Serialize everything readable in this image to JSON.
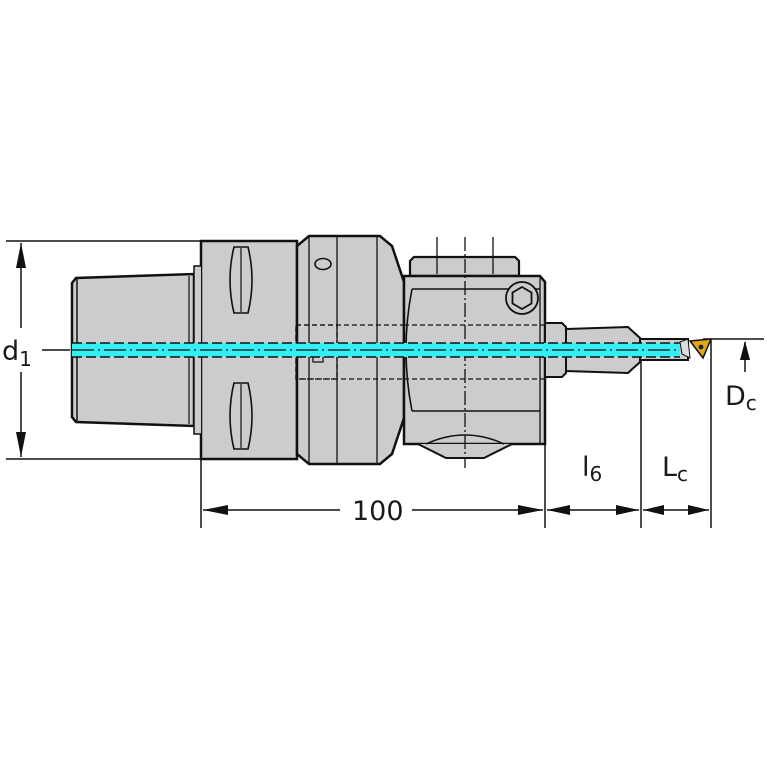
{
  "drawing": {
    "title": "Boring bar tool holder – side view dimension drawing",
    "colors": {
      "background": "#ffffff",
      "body_fill": "#cccccc",
      "outline": "#111111",
      "coolant_channel": "#33f0f5",
      "insert": "#e0a818"
    },
    "dimensions": {
      "d1": {
        "main": "d",
        "sub": "1"
      },
      "length": {
        "value": "100"
      },
      "l6": {
        "main": "l",
        "sub": "6"
      },
      "lc": {
        "main": "L",
        "sub": "c"
      },
      "dc": {
        "main": "D",
        "sub": "c"
      }
    },
    "components": [
      {
        "name": "taper-shank",
        "label": ""
      },
      {
        "name": "clamping-flange",
        "label": ""
      },
      {
        "name": "collar-body",
        "label": ""
      },
      {
        "name": "adjustment-head",
        "label": ""
      },
      {
        "name": "boring-bar",
        "label": ""
      },
      {
        "name": "cutting-insert",
        "label": ""
      }
    ]
  }
}
